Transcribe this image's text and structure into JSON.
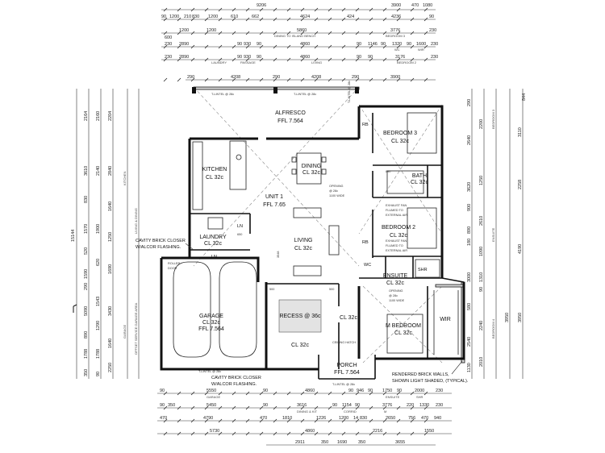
{
  "dimensions": {
    "top_row1": [
      "9206",
      "3900",
      "470",
      "1080"
    ],
    "top_row2": [
      "90",
      "1200",
      "210",
      "830",
      "1200",
      "610",
      "662",
      "4624",
      "424",
      "4236",
      "90"
    ],
    "top_row3": [
      "600",
      "1200",
      "1200",
      "5860",
      "3776",
      "230"
    ],
    "top_row3_labels": [
      "DINING TO ISLAND BENCH",
      "BEDROOM 3"
    ],
    "top_row4": [
      "230",
      "2890",
      "90",
      "930",
      "90",
      "4860",
      "90",
      "1146",
      "90",
      "1320",
      "90",
      "1600",
      "230"
    ],
    "top_row4_labels": [
      "WC",
      "WIR"
    ],
    "top_row5": [
      "230",
      "2890",
      "90",
      "930",
      "90",
      "4860",
      "90",
      "90",
      "3176",
      "230"
    ],
    "top_row5_labels": [
      "LAUNDRY",
      "PASSAGE",
      "LIVING",
      "BEDROOM 2"
    ],
    "top_row6": [
      "290",
      "4208",
      "290",
      "4208",
      "290",
      "3900"
    ],
    "left_col1": [
      "2164",
      "3610",
      "830",
      "1570",
      "520",
      "1590",
      "290",
      "5090",
      "890",
      "1788",
      "350"
    ],
    "left_col2": [
      "2160",
      "2140",
      "1900",
      "620",
      "1543",
      "1290",
      "1788",
      "90"
    ],
    "left_col3": [
      "2204",
      "2840",
      "1640",
      "1250",
      "1690",
      "3430",
      "1640",
      "2250"
    ],
    "left_total": "15144",
    "left_labels": [
      "KITCHEN",
      "LIVING & DINING",
      "GARAGE",
      "OFFSET SERVICE GARAGE AREA"
    ],
    "right_col1": [
      "290",
      "2640",
      "3620",
      "900",
      "890",
      "180",
      "3000",
      "580",
      "2540",
      "1130"
    ],
    "right_col2": [
      "2200",
      "1250",
      "2610",
      "1090",
      "1310",
      "90",
      "2240",
      "2010"
    ],
    "right_col3": [
      "3110",
      "2258",
      "4190",
      "3950",
      "3950"
    ],
    "right_total": "844",
    "right_labels": [
      "BEDROOM 3",
      "ENSUITE",
      "BEDROOM 4"
    ],
    "bottom_row1": [
      "90",
      "5550",
      "90",
      "4860",
      "90",
      "946",
      "90",
      "1750",
      "90",
      "2000",
      "230"
    ],
    "bottom_row1_labels": [
      "GARAGE",
      "ENSUITE",
      "SHR"
    ],
    "bottom_row2": [
      "90",
      "350",
      "5450",
      "90",
      "3616",
      "90",
      "1154",
      "90",
      "3776",
      "220",
      "1330",
      "230"
    ],
    "bottom_row2_labels": [
      "DINING & KIT",
      "CORRID",
      "M"
    ],
    "bottom_row3": [
      "470",
      "4790",
      "470",
      "1810",
      "1226",
      "1200",
      "14",
      "830",
      "2650",
      "756",
      "470",
      "940"
    ],
    "bottom_row4": [
      "5730",
      "4860",
      "2216",
      "1550"
    ],
    "bottom_row5": [
      "2911",
      "350",
      "1690",
      "350",
      "3655"
    ]
  },
  "rooms": {
    "alfresco": {
      "name": "ALFRESCO",
      "sub": "FFL 7.564"
    },
    "bedroom3": {
      "name": "BEDROOM 3",
      "sub": "CL 32c"
    },
    "kitchen": {
      "name": "KITCHEN",
      "sub": "CL 32c"
    },
    "dining": {
      "name": "DINING",
      "sub": "CL 32c"
    },
    "bath": {
      "name": "BATH",
      "sub": "CL 32c"
    },
    "unit": {
      "name": "UNIT 1",
      "sub": "FFL 7.65"
    },
    "bedroom2": {
      "name": "BEDROOM 2",
      "sub": "CL 32c"
    },
    "laundry": {
      "name": "LAUNDRY",
      "sub": "CL 32c"
    },
    "living": {
      "name": "LIVING",
      "sub": "CL 32c"
    },
    "ensuite": {
      "name": "ENSUITE",
      "sub": "CL 32c"
    },
    "garage": {
      "name": "GARAGE",
      "sub": "CL 32c",
      "ffl": "FFL 7.564"
    },
    "recess": {
      "name": "RECESS @ 36c",
      "sub": "CL 32c"
    },
    "entry": {
      "sub": "CL 32c"
    },
    "mbedroom": {
      "name": "M BEDROOM",
      "sub": "CL 32c"
    },
    "wir": {
      "name": "WIR"
    },
    "porch": {
      "name": "PORCH",
      "sub": "FFL 7.564"
    }
  },
  "labels": {
    "rb1": "RB",
    "rb2": "RB",
    "ln1": "LN",
    "ln2": "LN",
    "ln_dim": "650",
    "wc": "WC",
    "shr": "SHR",
    "roller": "ROLLER",
    "roller_size": "DOOR",
    "opening1": "OPENING",
    "opening1_b": "@ 28c",
    "opening1_c": "1100 WIDE",
    "opening2": "OPENING",
    "opening2_b": "@ 28c",
    "opening2_c": "1100 WIDE",
    "tlintel1": "T-LINTEL @ 28c",
    "tlintel2": "T-LINTEL @ 28c",
    "tlintel3": "T-LINTEL @ 28c",
    "tlintel4": "T-LINTEL @ 28c",
    "tlintel5": "T-LINTEL @ 28c",
    "exhaust1": "EXHAUST FAN",
    "exhaust1_b": "FLUMED TO",
    "exhaust1_c": "EXTERNAL AIR",
    "exhaust2": "EXHAUST FAN",
    "exhaust2_b": "FLUMED TO",
    "exhaust2_c": "EXTERNAL AIR",
    "cavity1": "CAVITY BRICK CLOSER",
    "cavity1_b": "W/ALCOR FLASHING.",
    "cavity2": "CAVITY BRICK CLOSER",
    "cavity2_b": "W/ALCOR FLASHING.",
    "rendered1": "RENDERED BRICK WALLS,",
    "rendered2": "SHOWN LIGHT SHADED, (TYPICAL).",
    "dim_890": "890",
    "dim_3548": "3548",
    "dim_500a": "500",
    "dim_500b": "500",
    "ceiling_note": "CEILING HATCH"
  }
}
